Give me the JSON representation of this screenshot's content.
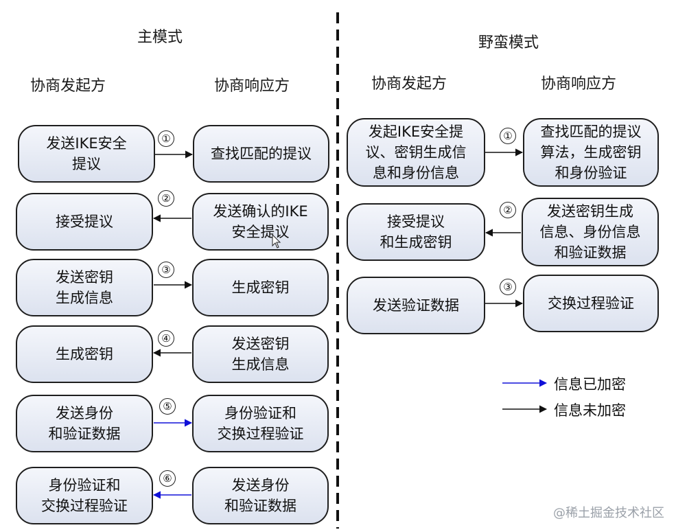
{
  "titles": {
    "main_mode": "主模式",
    "aggressive_mode": "野蛮模式"
  },
  "headers": {
    "main_initiator": "协商发起方",
    "main_responder": "协商响应方",
    "aggr_initiator": "协商发起方",
    "aggr_responder": "协商响应方"
  },
  "main": {
    "steps": [
      {
        "num": "①",
        "left": "发送IKE安全\n提议",
        "right": "查找匹配的提议",
        "direction": "right",
        "encrypted": false
      },
      {
        "num": "②",
        "left": "接受提议",
        "right": "发送确认的IKE\n安全提议",
        "direction": "left",
        "encrypted": false
      },
      {
        "num": "③",
        "left": "发送密钥\n生成信息",
        "right": "生成密钥",
        "direction": "right",
        "encrypted": false
      },
      {
        "num": "④",
        "left": "生成密钥",
        "right": "发送密钥\n生成信息",
        "direction": "left",
        "encrypted": false
      },
      {
        "num": "⑤",
        "left": "发送身份\n和验证数据",
        "right": "身份验证和\n交换过程验证",
        "direction": "right",
        "encrypted": true
      },
      {
        "num": "⑥",
        "left": "身份验证和\n交换过程验证",
        "right": "发送身份\n和验证数据",
        "direction": "left",
        "encrypted": true
      }
    ]
  },
  "aggressive": {
    "steps": [
      {
        "num": "①",
        "left": "发起IKE安全提\n议、密钥生成信\n息和身份信息",
        "right": "查找匹配的提议\n算法，生成密钥\n和身份验证",
        "direction": "right",
        "encrypted": false
      },
      {
        "num": "②",
        "left": "接受提议\n和生成密钥",
        "right": "发送密钥生成\n信息、身份信息\n和验证数据",
        "direction": "left",
        "encrypted": false
      },
      {
        "num": "③",
        "left": "发送验证数据",
        "right": "交换过程验证",
        "direction": "right",
        "encrypted": false
      }
    ]
  },
  "legend": {
    "encrypted": "信息已加密",
    "unencrypted": "信息未加密"
  },
  "colors": {
    "encrypted": "#1010d8",
    "unencrypted": "#111111"
  },
  "watermark": "@稀土掘金技术社区"
}
